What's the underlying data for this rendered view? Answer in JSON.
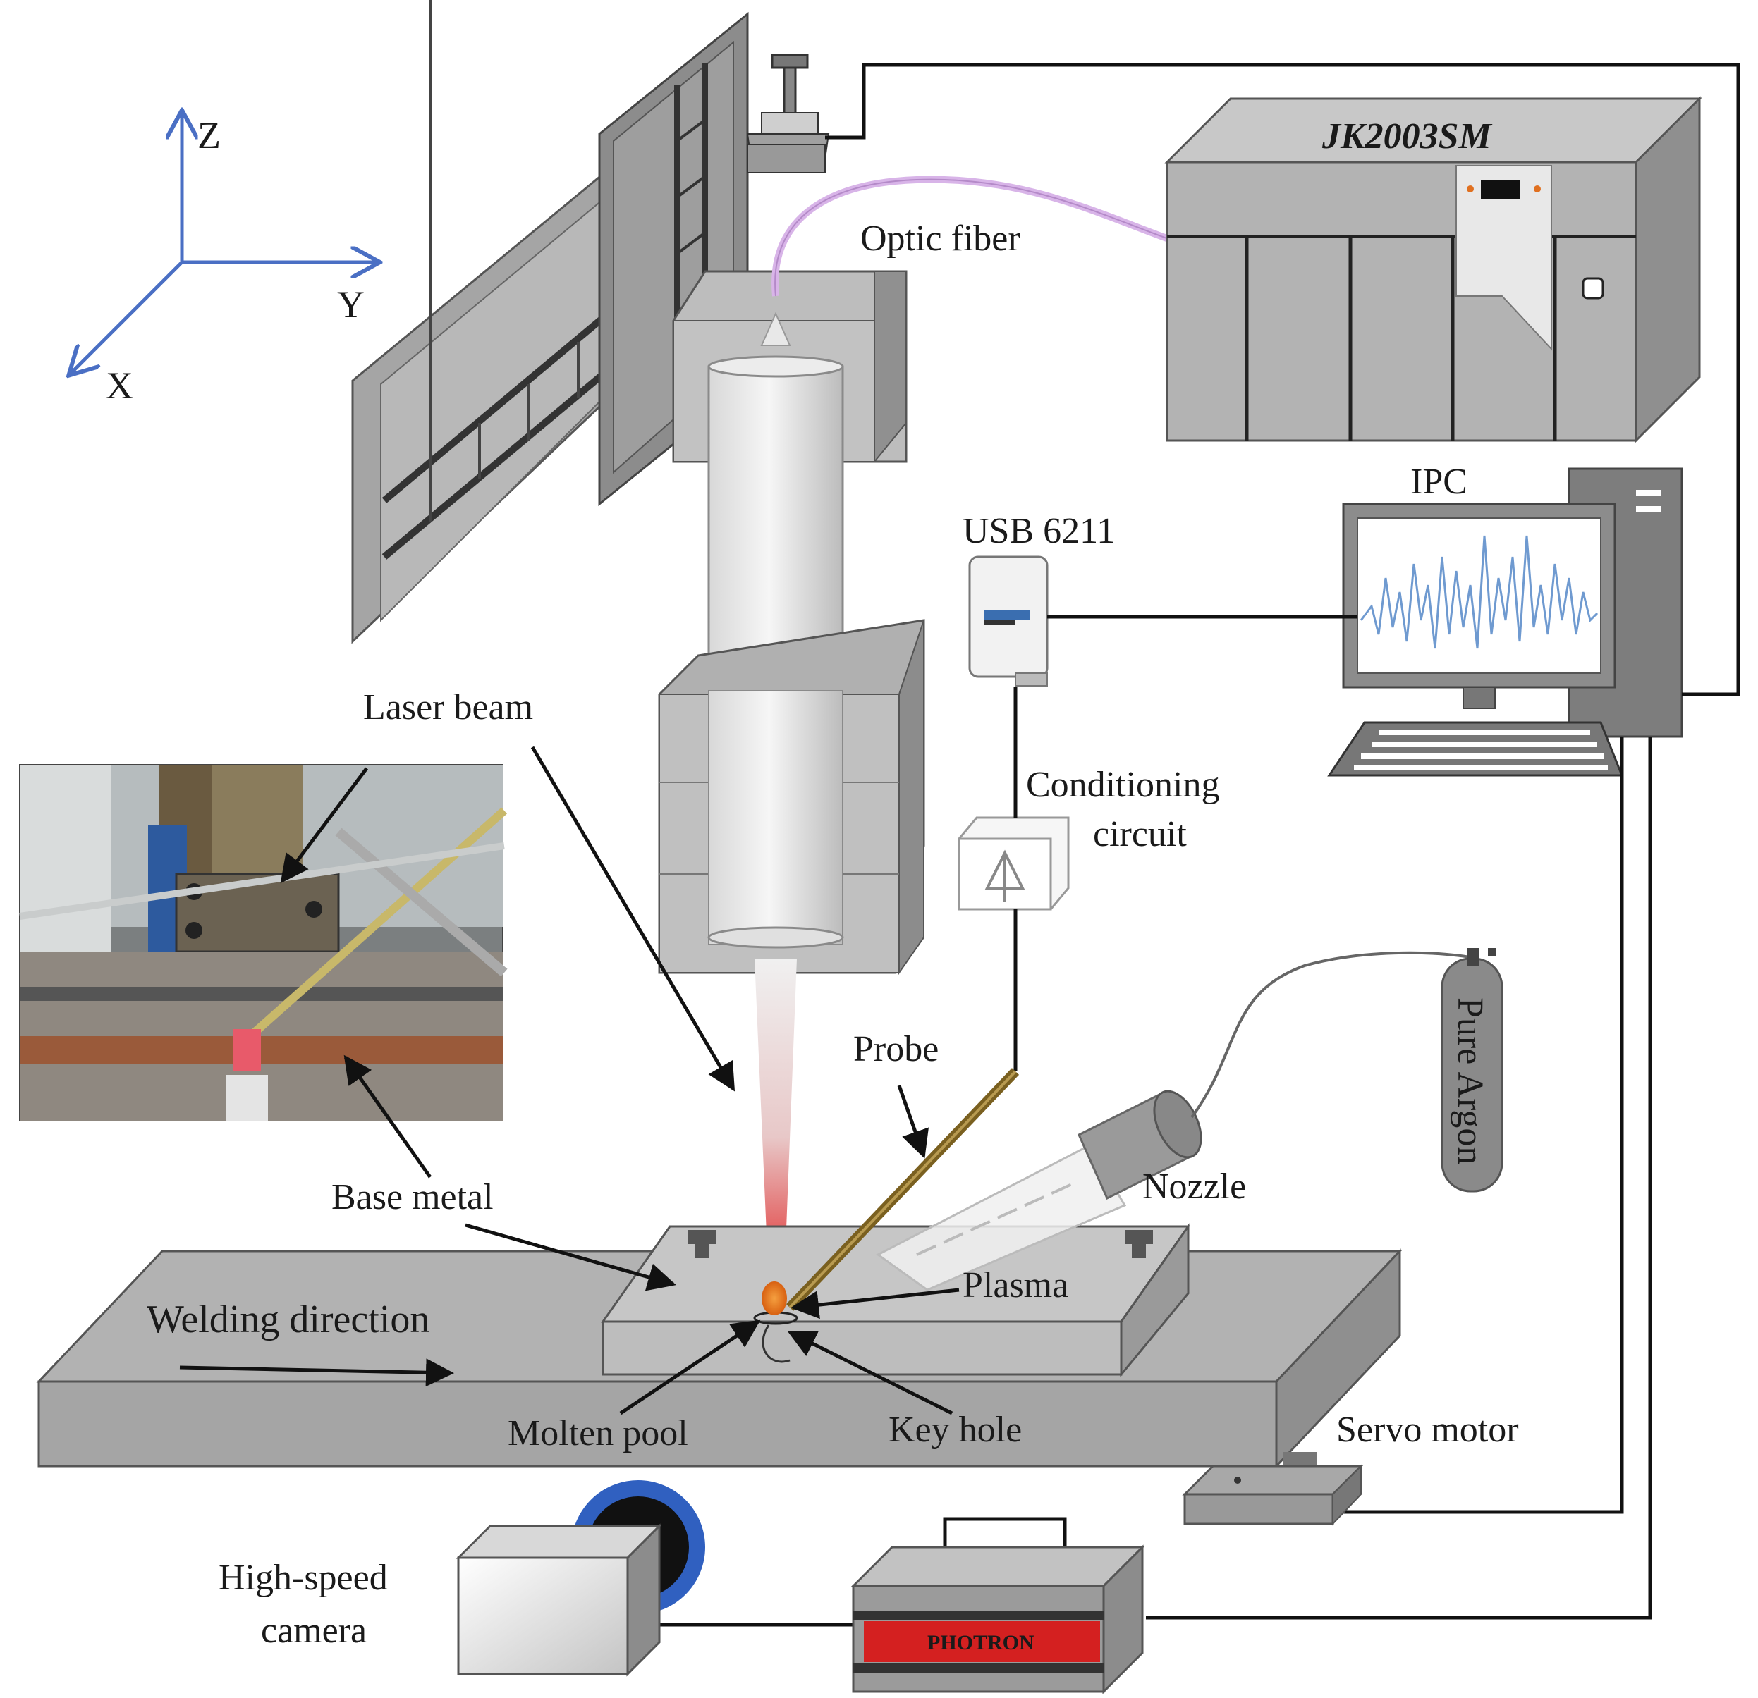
{
  "axes": {
    "z": "Z",
    "y": "Y",
    "x": "X"
  },
  "colors": {
    "axis": "#4a6fc4",
    "steel": "#a8a8a8",
    "steel_dark": "#8a8a8a",
    "steel_light": "#c8c8c8",
    "fiber": "#d8b4e8",
    "laser": "#e83a3a",
    "probe": "#7a6020",
    "signal": "#6f9ad0",
    "photron_band": "#d42020",
    "lens_ring": "#3060c0"
  },
  "labels": {
    "laser_model": "JK2003SM",
    "optic_fiber": "Optic fiber",
    "ipc": "IPC",
    "usb_device": "USB 6211",
    "laser_beam": "Laser beam",
    "conditioning_1": "Conditioning",
    "conditioning_2": "circuit",
    "probe": "Probe",
    "pure_argon": "Pure Argon",
    "nozzle": "Nozzle",
    "base_metal": "Base metal",
    "plasma": "Plasma",
    "welding_direction": "Welding direction",
    "molten_pool": "Molten pool",
    "key_hole": "Key hole",
    "servo_motor": "Servo motor",
    "camera_1": "High-speed",
    "camera_2": "camera",
    "photron": "PHOTRON"
  }
}
